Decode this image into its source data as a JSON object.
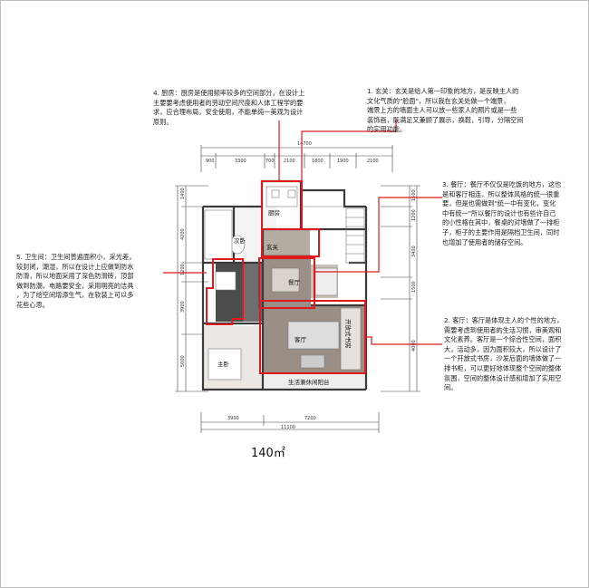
{
  "notes": {
    "kitchen": {
      "lead": "4. 厨房：厨房是使用频率较多的空间部分，在设计上",
      "rest": "主要要考虑使用者的劳动空间尺度和人体工程学的要\n求，应合理布局，安全使用，不能单纯一美观为设计\n原则。"
    },
    "entrance": {
      "lead": "1. 玄关：玄关是给人第一印象的地方，是反映主人的",
      "rest": "文化气质的\"脸面\"，所以我在玄关处做一个端景，\n端景上方的墙面主人可以放一些家人的照片或是一些\n装饰画，既满足又兼顾了展示，换鞋，引导，分隔空间\n的实用功能。"
    },
    "dining": {
      "lead": "3. 餐厅：餐厅不仅仅是吃饭的地方，这也",
      "rest": "是和客厅相连，所以整体风格的统一很重\n要，但是也需做到\"统一中有变化，变化\n中有统一\"所以餐厅的设计也有些许自己\n的小性格在其中，餐桌的对墙做了一排柜\n子，柜子的主要作用是隔档卫生间，同时\n也增加了使用者的储存空间。"
    },
    "bathroom": {
      "lead": "5. 卫生间：卫生间普遍面积小，采光差，",
      "rest": "较封闭，潮湿，所以在设计上应做到防水\n防滑，所以地面采用了深色防滑砖，顶部\n做到防潮，电路要安全，采用明亮的洁具\n，为了给空间增添生气，在软装上可以多\n花些心思。"
    },
    "living": {
      "lead": "2. 客厅：客厅是体现主人的个性的地方，",
      "rest": "需要考虑到使用者的生活习惯，审美观和\n文化素养。客厅是一个综合性空间，面积\n大，活动多，因为面积较大，所以设计了\n一个开放式书房，沙发后面的墙体做了一\n排书柜，可以更好地体现整个空间的整体\n氛围，空间的整体设计感和增加了实用空\n间。"
    }
  },
  "rooms": {
    "kitchen": "厨房",
    "second_bedroom": "次卧",
    "entry": "玄关",
    "dining": "餐厅",
    "living": "客厅",
    "master_bedroom": "主卧",
    "balcony": "生活兼休闲阳台",
    "study": "开放式书房"
  },
  "dimensions": {
    "top_total": "14700",
    "top_segments": [
      "900",
      "3300",
      "700",
      "2100",
      "1800",
      "1900",
      "2100"
    ],
    "bottom_segments": [
      "3900",
      "7200"
    ],
    "bottom_total": "11100",
    "left_segments": [
      "1400",
      "4200",
      "1200",
      "3900",
      "5000"
    ],
    "right_segments": [
      "1500",
      "1200",
      "3400",
      "1500",
      "4000"
    ]
  },
  "area_label": "140㎡",
  "colors": {
    "highlight": "#e0191d",
    "wall": "#3a3a3a",
    "floor": "#9a8f86",
    "floor_light": "#c9c2bb"
  }
}
